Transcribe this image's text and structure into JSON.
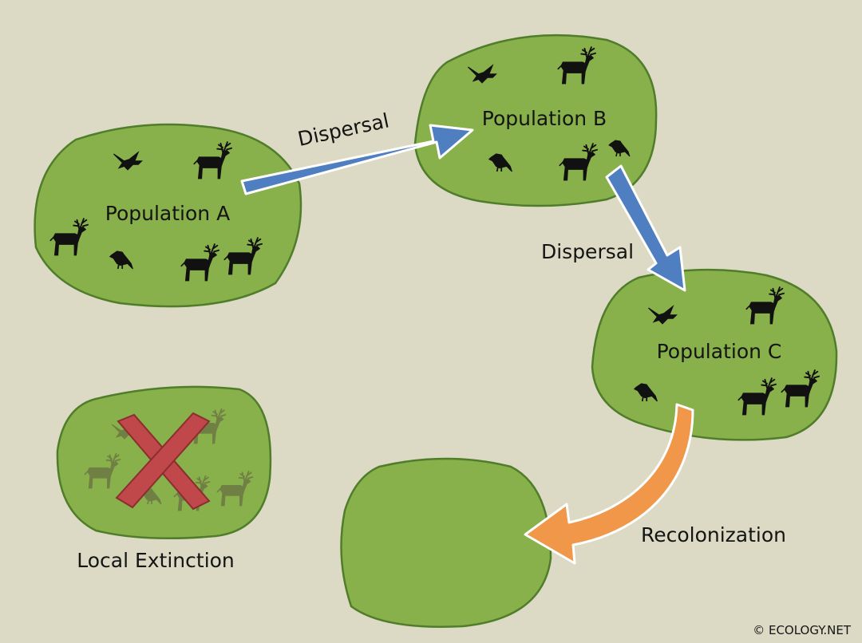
{
  "colors": {
    "background": "#dcdac4",
    "patch_fill": "#88b04b",
    "patch_stroke": "#4f7d2a",
    "dispersal_arrow": "#4f7fc1",
    "recolonization_arrow": "#f0974a",
    "extinction_mark": "#c0474a",
    "animal": "#111111",
    "faded_animal": "#6e7a44"
  },
  "diagram": {
    "population_a": {
      "label": "Population A"
    },
    "population_b": {
      "label": "Population B"
    },
    "population_c": {
      "label": "Population C"
    },
    "extinct_patch": {
      "label": "Local Extinction"
    },
    "arrow_a_to_b": {
      "label": "Dispersal"
    },
    "arrow_b_to_c": {
      "label": "Dispersal"
    },
    "arrow_c_to_empty": {
      "label": "Recolonization"
    },
    "copyright": "© ECOLOGY.NET"
  },
  "icons": [
    "deer-icon",
    "bird-icon",
    "red-x-icon"
  ]
}
